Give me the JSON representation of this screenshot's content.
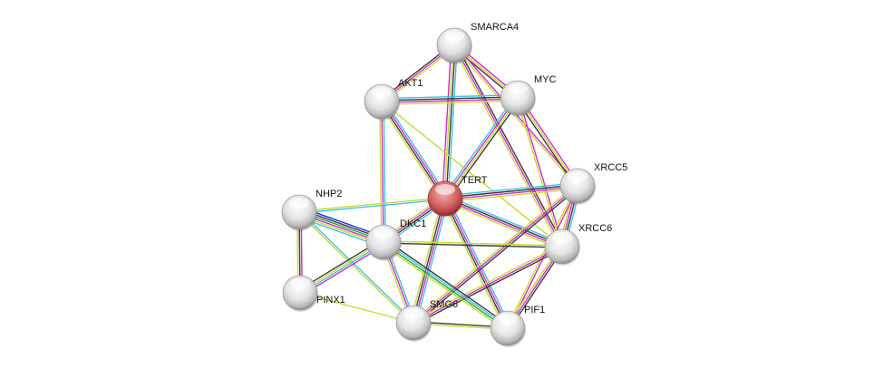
{
  "colors": {
    "database": "#3cc4e2",
    "experimental": "#d428d4",
    "coexpression": "#3a3a3a",
    "textmining": "#c4dc2c",
    "neighborhood": "#22a83a",
    "fusion": "#2a2af0",
    "node_default": "#e6e6e6",
    "node_query": "#d45a5a"
  },
  "nodes": [
    {
      "id": "SMARCA4",
      "label": "SMARCA4",
      "query": false
    },
    {
      "id": "AKT1",
      "label": "AKT1",
      "query": false
    },
    {
      "id": "MYC",
      "label": "MYC",
      "query": false
    },
    {
      "id": "TERT",
      "label": "TERT",
      "query": true
    },
    {
      "id": "XRCC5",
      "label": "XRCC5",
      "query": false
    },
    {
      "id": "NHP2",
      "label": "NHP2",
      "query": false
    },
    {
      "id": "DKC1",
      "label": "DKC1",
      "query": false
    },
    {
      "id": "XRCC6",
      "label": "XRCC6",
      "query": false
    },
    {
      "id": "PINX1",
      "label": "PINX1",
      "query": false
    },
    {
      "id": "SMG6",
      "label": "SMG6",
      "query": false
    },
    {
      "id": "PIF1",
      "label": "PIF1",
      "query": false
    }
  ],
  "edges": [
    {
      "a": "SMARCA4",
      "b": "AKT1",
      "types": [
        "textmining",
        "experimental",
        "coexpression"
      ]
    },
    {
      "a": "SMARCA4",
      "b": "MYC",
      "types": [
        "experimental",
        "textmining",
        "coexpression"
      ]
    },
    {
      "a": "SMARCA4",
      "b": "TERT",
      "types": [
        "database",
        "coexpression",
        "textmining",
        "experimental"
      ]
    },
    {
      "a": "SMARCA4",
      "b": "XRCC6",
      "types": [
        "coexpression",
        "experimental",
        "textmining"
      ]
    },
    {
      "a": "SMARCA4",
      "b": "XRCC5",
      "types": [
        "experimental",
        "textmining"
      ]
    },
    {
      "a": "AKT1",
      "b": "MYC",
      "types": [
        "database",
        "coexpression",
        "experimental",
        "textmining"
      ]
    },
    {
      "a": "AKT1",
      "b": "TERT",
      "types": [
        "database",
        "experimental",
        "coexpression",
        "textmining"
      ]
    },
    {
      "a": "AKT1",
      "b": "DKC1",
      "types": [
        "database",
        "experimental",
        "textmining"
      ]
    },
    {
      "a": "AKT1",
      "b": "XRCC6",
      "types": [
        "textmining"
      ]
    },
    {
      "a": "MYC",
      "b": "TERT",
      "types": [
        "coexpression",
        "textmining",
        "experimental",
        "database"
      ]
    },
    {
      "a": "MYC",
      "b": "XRCC5",
      "types": [
        "experimental",
        "textmining",
        "coexpression"
      ]
    },
    {
      "a": "MYC",
      "b": "XRCC6",
      "types": [
        "experimental",
        "textmining"
      ]
    },
    {
      "a": "TERT",
      "b": "XRCC5",
      "types": [
        "database",
        "coexpression",
        "experimental",
        "textmining"
      ]
    },
    {
      "a": "TERT",
      "b": "XRCC6",
      "types": [
        "database",
        "coexpression",
        "experimental",
        "textmining"
      ]
    },
    {
      "a": "TERT",
      "b": "NHP2",
      "types": [
        "database",
        "textmining"
      ]
    },
    {
      "a": "TERT",
      "b": "DKC1",
      "types": [
        "database",
        "coexpression",
        "experimental",
        "textmining"
      ]
    },
    {
      "a": "TERT",
      "b": "SMG6",
      "types": [
        "database",
        "experimental",
        "coexpression",
        "textmining"
      ]
    },
    {
      "a": "TERT",
      "b": "PIF1",
      "types": [
        "database",
        "experimental",
        "coexpression",
        "textmining"
      ]
    },
    {
      "a": "XRCC5",
      "b": "XRCC6",
      "types": [
        "database",
        "coexpression",
        "experimental",
        "textmining"
      ]
    },
    {
      "a": "XRCC5",
      "b": "SMG6",
      "types": [
        "coexpression",
        "experimental",
        "textmining"
      ]
    },
    {
      "a": "XRCC5",
      "b": "PIF1",
      "types": [
        "experimental",
        "textmining"
      ]
    },
    {
      "a": "XRCC6",
      "b": "DKC1",
      "types": [
        "coexpression",
        "textmining"
      ]
    },
    {
      "a": "XRCC6",
      "b": "SMG6",
      "types": [
        "coexpression",
        "experimental",
        "textmining"
      ]
    },
    {
      "a": "XRCC6",
      "b": "PIF1",
      "types": [
        "coexpression",
        "experimental",
        "textmining"
      ]
    },
    {
      "a": "NHP2",
      "b": "DKC1",
      "types": [
        "fusion",
        "coexpression",
        "neighborhood",
        "experimental",
        "textmining",
        "database"
      ]
    },
    {
      "a": "NHP2",
      "b": "PINX1",
      "types": [
        "experimental",
        "coexpression",
        "textmining"
      ]
    },
    {
      "a": "NHP2",
      "b": "SMG6",
      "types": [
        "database",
        "textmining"
      ]
    },
    {
      "a": "DKC1",
      "b": "PINX1",
      "types": [
        "experimental",
        "database",
        "textmining",
        "coexpression"
      ]
    },
    {
      "a": "DKC1",
      "b": "SMG6",
      "types": [
        "database",
        "experimental",
        "textmining"
      ]
    },
    {
      "a": "DKC1",
      "b": "PIF1",
      "types": [
        "coexpression",
        "database",
        "neighborhood",
        "textmining"
      ]
    },
    {
      "a": "PINX1",
      "b": "SMG6",
      "types": [
        "textmining"
      ]
    },
    {
      "a": "SMG6",
      "b": "PIF1",
      "types": [
        "coexpression",
        "textmining"
      ]
    }
  ]
}
